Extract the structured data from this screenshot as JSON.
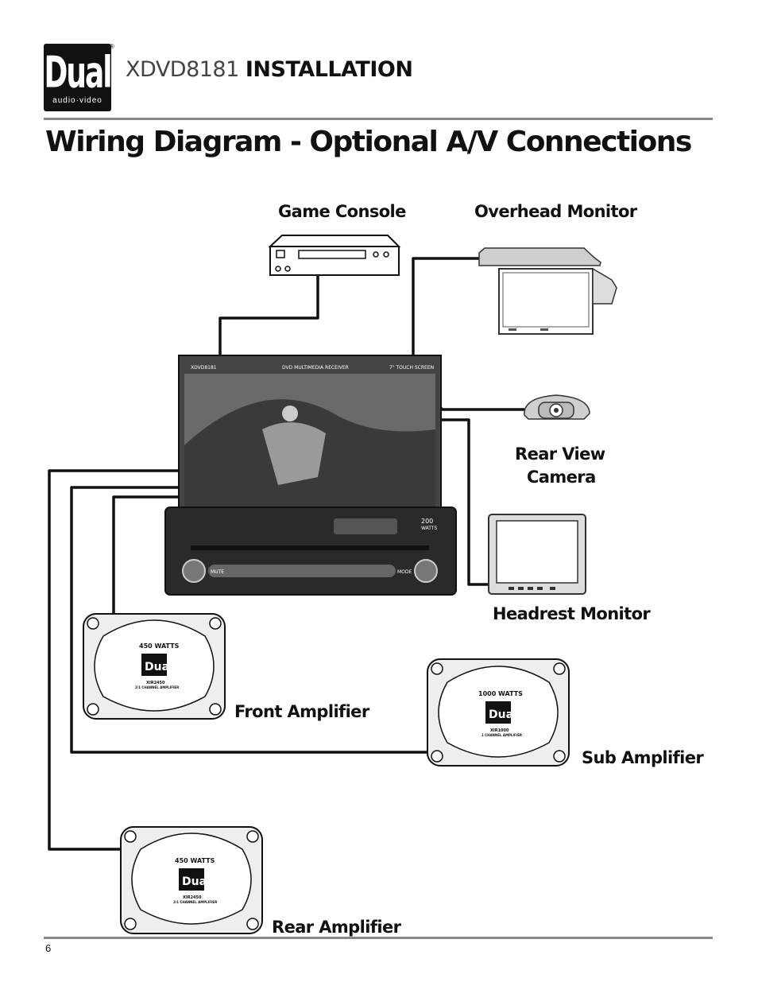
{
  "brand": {
    "logo_text": "Dual",
    "logo_subtext": "audio·video",
    "registered": "®"
  },
  "header": {
    "model": "XDVD8181",
    "section": "INSTALLATION"
  },
  "page": {
    "title": "Wiring Diagram - Optional A/V Connections",
    "number": "6"
  },
  "devices": {
    "game_console": "Game Console",
    "overhead_monitor": "Overhead Monitor",
    "rear_view_camera_line1": "Rear View",
    "rear_view_camera_line2": "Camera",
    "headrest_monitor": "Headrest Monitor",
    "front_amplifier": "Front Amplifier",
    "sub_amplifier": "Sub Amplifier",
    "rear_amplifier": "Rear Amplifier"
  },
  "head_unit": {
    "model_tag": "XDVD8181",
    "type": "DVD MULTIMEDIA RECEIVER",
    "screen": "7\" TOUCH SCREEN",
    "power": "200",
    "power_unit": "WATTS",
    "mute": "MUTE",
    "mode": "MODE"
  },
  "amplifiers": {
    "front": {
      "watts": "450 WATTS",
      "logo": "Dual",
      "model": "XIR2450",
      "desc": "2/1 CHANNEL AMPLIFIER"
    },
    "sub": {
      "watts": "1000 WATTS",
      "logo": "Dual",
      "model": "XIR1000",
      "desc": "1 CHANNEL AMPLIFIER"
    },
    "rear": {
      "watts": "450 WATTS",
      "logo": "Dual",
      "model": "XIR2450",
      "desc": "2/1 CHANNEL AMPLIFIER"
    }
  }
}
